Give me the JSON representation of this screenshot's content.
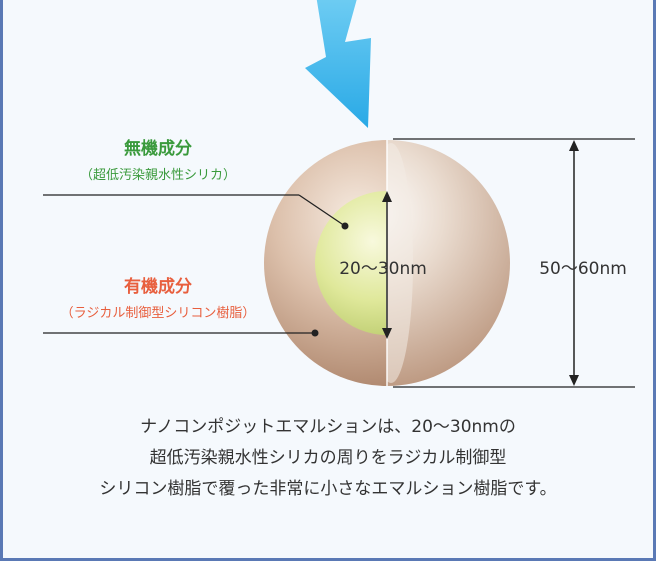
{
  "colors": {
    "panel_border": "#5a79b5",
    "panel_background": "#f5f9fd",
    "arrow": "#38b5ea",
    "shell": "#c9a58d",
    "core": "#dfe89a",
    "inorganic_text": "#3a9a3c",
    "organic_text": "#e85f3e"
  },
  "labels": {
    "inorganic_title": "無機成分",
    "inorganic_sub": "（超低汚染親水性シリカ）",
    "organic_title": "有機成分",
    "organic_sub": "（ラジカル制御型シリコン樹脂）",
    "inner_size": "20～30nm",
    "outer_size": "50～60nm"
  },
  "caption": [
    "ナノコンポジットエマルションは、20～30nmの",
    "超低汚染親水性シリカの周りをラジカル制御型",
    "シリコン樹脂で覆った非常に小さなエマルション樹脂です。"
  ]
}
